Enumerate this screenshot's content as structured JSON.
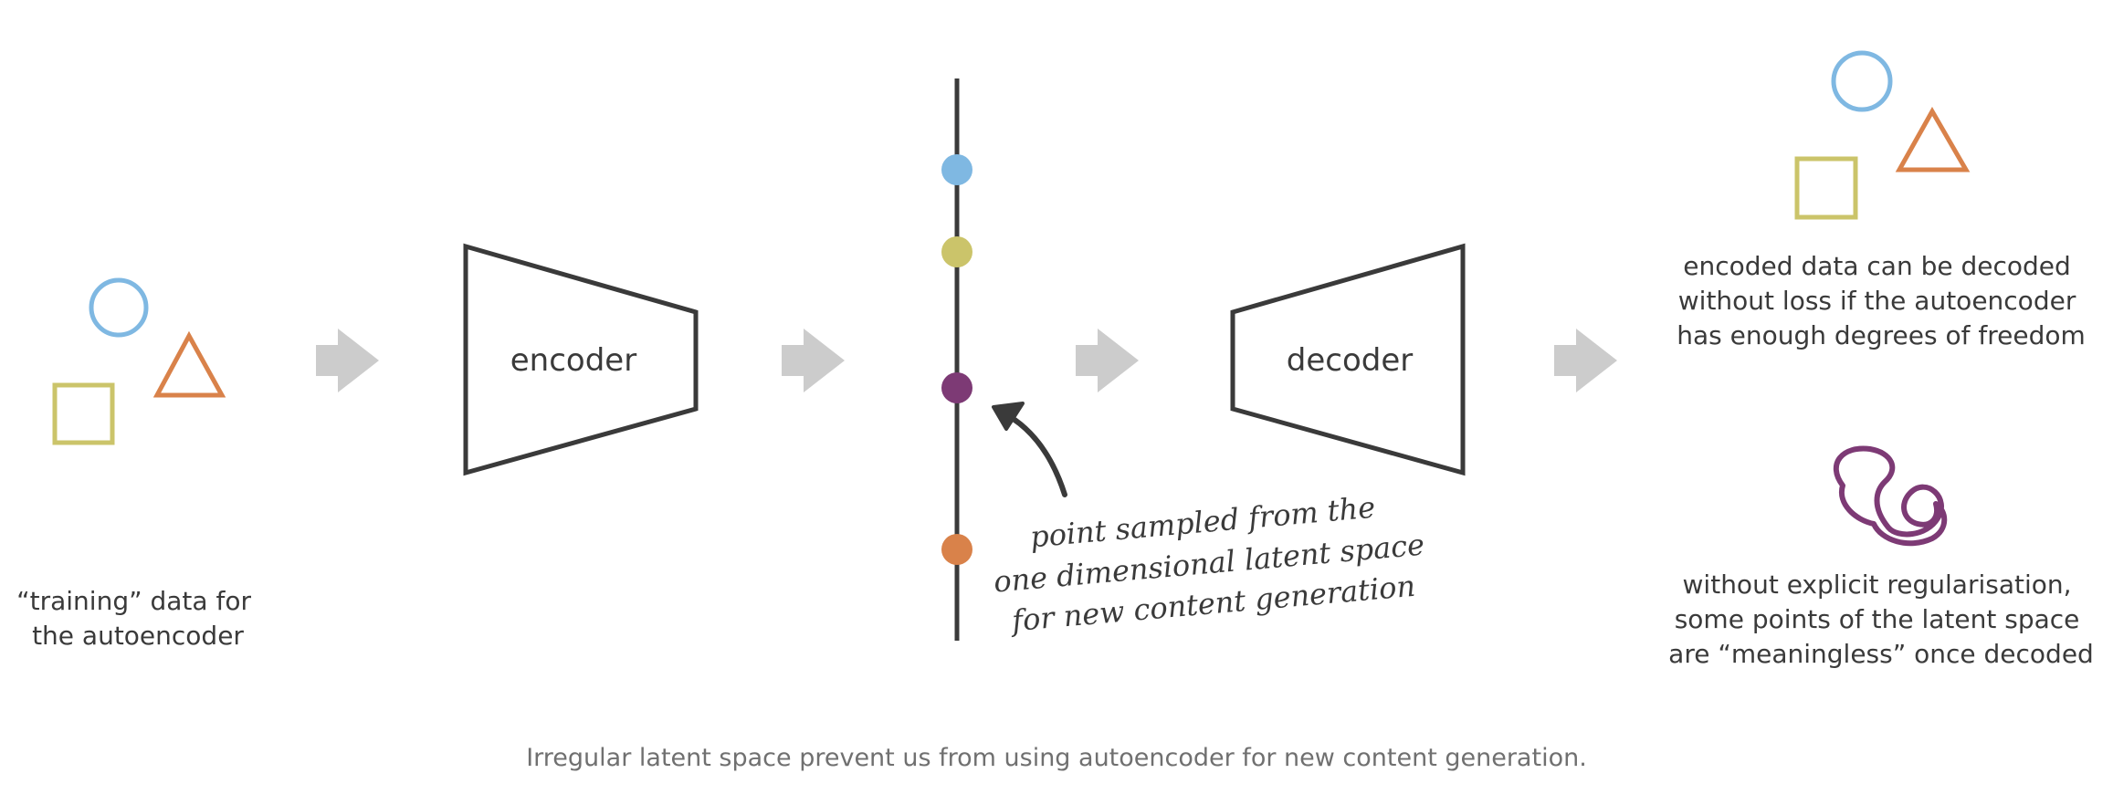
{
  "title": "",
  "colors": {
    "blue": "#7fb8e2",
    "orange": "#d9824a",
    "yellow": "#cbc46a",
    "purple": "#7d3a75",
    "stroke": "#3a3a3a",
    "arrow": "#cccccc",
    "caption": "#707070"
  },
  "training": {
    "label": [
      "“training” data for",
      "the autoencoder"
    ]
  },
  "encoder": {
    "label": "encoder"
  },
  "decoder": {
    "label": "decoder"
  },
  "latent": {
    "annotation": [
      "point sampled from the",
      "one dimensional latent space",
      "for new content generation"
    ]
  },
  "decoded": {
    "lossless_note": [
      "encoded data can be decoded",
      "without loss if the autoencoder",
      "has enough degrees of freedom"
    ],
    "meaningless_note": [
      "without explicit regularisation,",
      "some points of the latent space",
      "are “meaningless” once decoded"
    ]
  },
  "caption": "Irregular latent space prevent us from using autoencoder for new content generation."
}
